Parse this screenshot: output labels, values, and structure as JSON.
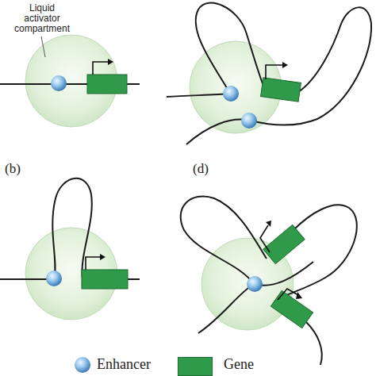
{
  "diagram": {
    "labels": [
      "Liquid activator compartment",
      "(b)",
      "(d)"
    ],
    "legend": [
      {
        "text": "Enhancer"
      },
      {
        "text": "Gene",
        "color": "#2f9a4a"
      }
    ]
  }
}
